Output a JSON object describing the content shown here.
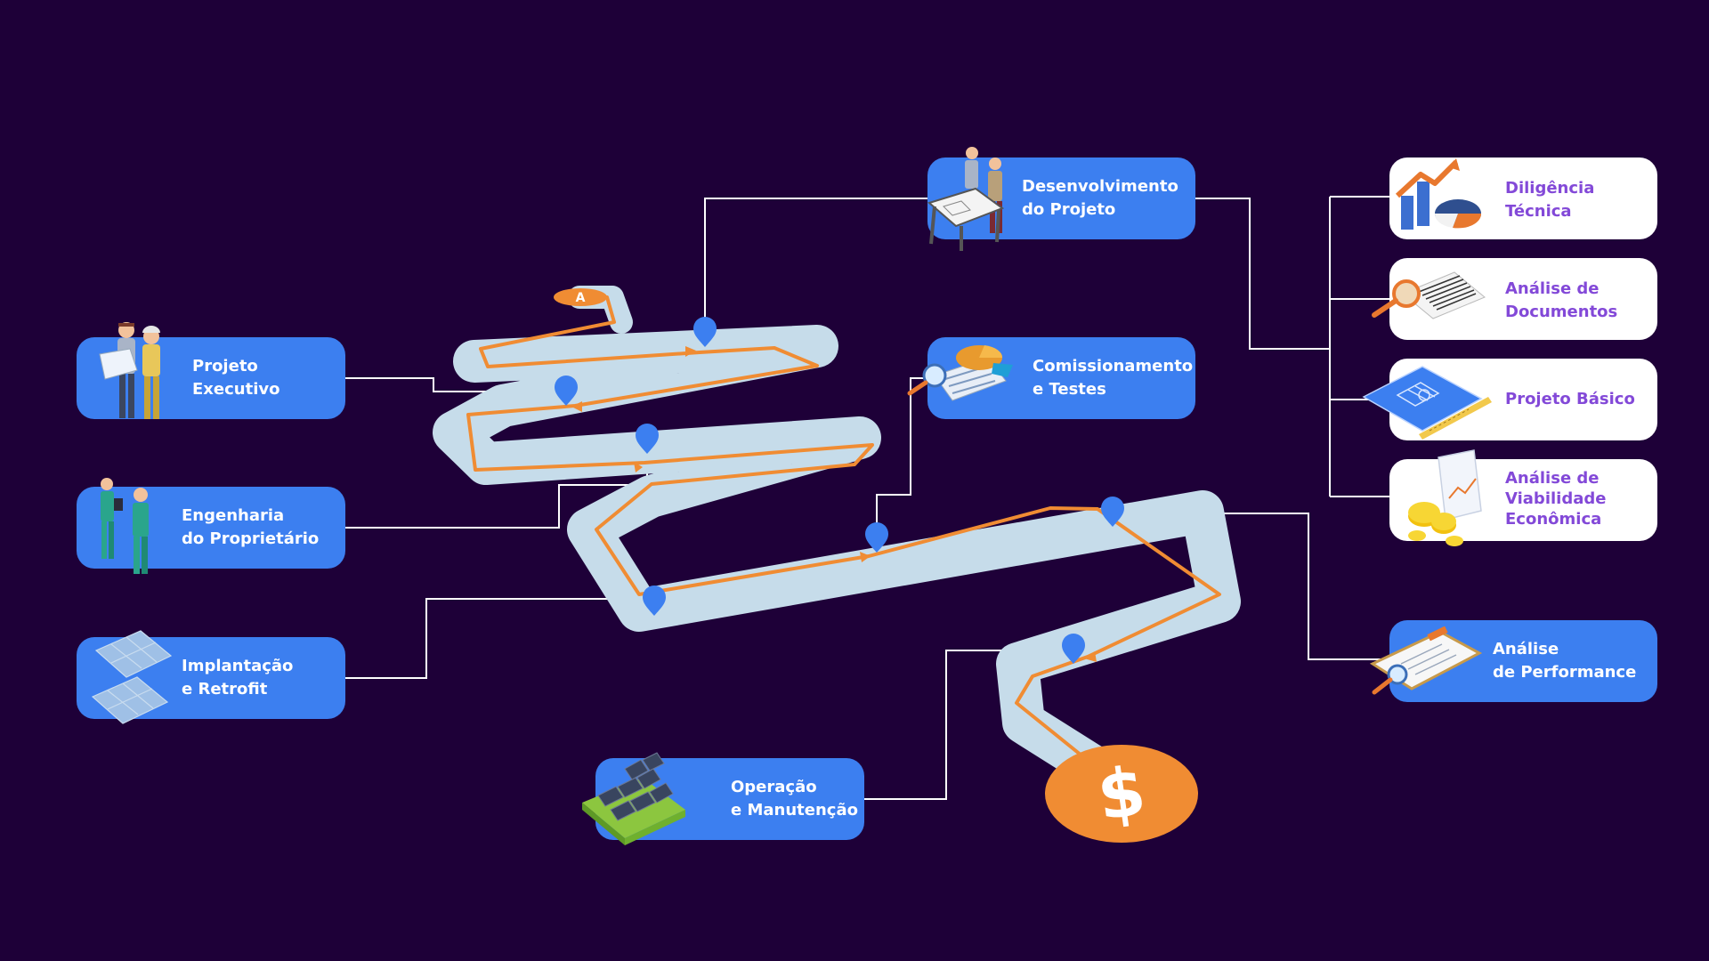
{
  "diagram": {
    "start_marker": "A",
    "end_marker": "$",
    "colors": {
      "background": "#1e0038",
      "card_blue": "#3c7ff0",
      "card_white": "#ffffff",
      "white_card_text": "#8349d8",
      "road": "#c6dcea",
      "route_line": "#f08c33",
      "pin": "#3c7ff0",
      "connector": "#ffffff"
    },
    "left_steps": [
      {
        "lines": [
          "Projeto",
          "Executivo"
        ],
        "icon": "two-people-with-blueprint-icon"
      },
      {
        "lines": [
          "Engenharia",
          "do Proprietário"
        ],
        "icon": "two-engineers-with-tablet-icon"
      },
      {
        "lines": [
          "Implantação",
          "e Retrofit"
        ],
        "icon": "solar-panels-icon"
      }
    ],
    "center_steps": [
      {
        "lines": [
          "Desenvolvimento",
          "do Projeto"
        ],
        "icon": "people-at-drafting-table-icon"
      },
      {
        "lines": [
          "Comissionamento",
          "e Testes"
        ],
        "icon": "pie-chart-magnifier-icon"
      },
      {
        "lines": [
          "Operação",
          "e Manutenção"
        ],
        "icon": "solar-farm-on-grass-icon"
      }
    ],
    "right_steps": [
      {
        "lines": [
          "Diligência",
          "Técnica"
        ],
        "icon": "growth-chart-icon"
      },
      {
        "lines": [
          "Análise de",
          "Documentos"
        ],
        "icon": "magnifier-over-document-icon"
      },
      {
        "lines": [
          "Projeto Básico"
        ],
        "icon": "blueprint-with-ruler-icon"
      },
      {
        "lines": [
          "Análise de",
          "Viabilidade",
          "Econômica"
        ],
        "icon": "coins-and-report-icon"
      }
    ],
    "performance_step": {
      "lines": [
        "Análise",
        "de Performance"
      ],
      "icon": "clipboard-with-magnifier-icon"
    }
  }
}
